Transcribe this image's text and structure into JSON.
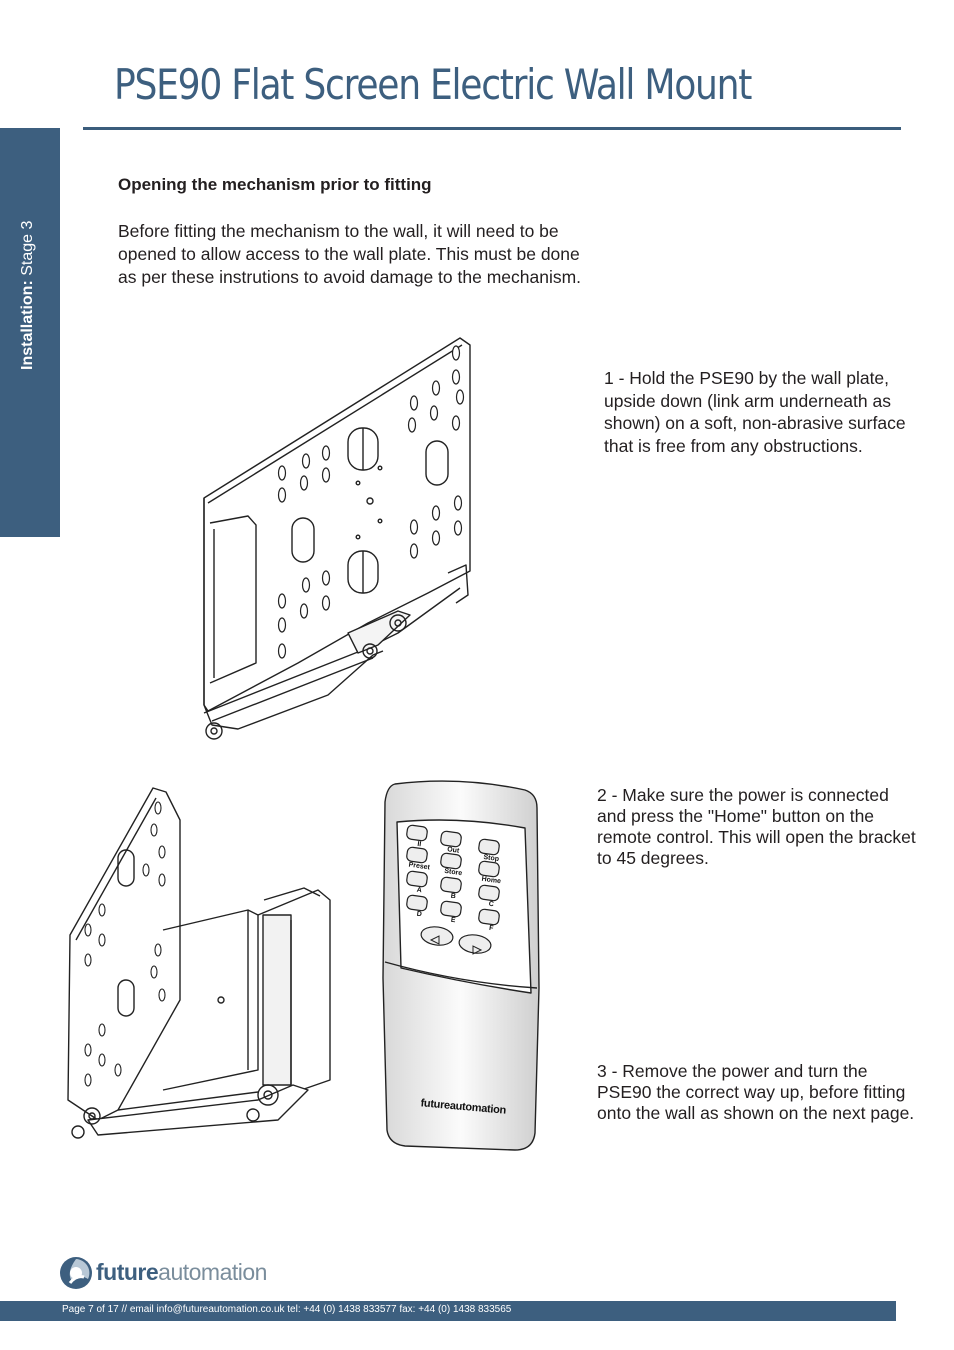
{
  "title": "PSE90 Flat Screen Electric Wall Mount",
  "side_tab": {
    "label_bold": "Installation:",
    "label_rest": " Stage  3"
  },
  "section": {
    "heading": "Opening the mechanism prior to fitting",
    "intro": "Before fitting the mechanism to the wall, it will need to be opened to allow access to the wall plate. This must be done as per these instrutions to avoid damage to the mechanism."
  },
  "steps": [
    "1 - Hold the PSE90 by the wall plate, upside down (link arm underneath as shown) on a soft, non-abrasive surface that is free from any obstructions.",
    "2 - Make sure the power is connected and press the \"Home\" button on the remote control. This will open the bracket to 45 degrees.",
    "3 - Remove the power and turn the PSE90 the correct way up, before fitting onto the wall as shown on the next page."
  ],
  "remote": {
    "buttons": {
      "r1": [
        "II",
        "Out",
        "Stop"
      ],
      "r2": [
        "Preset",
        "Store",
        "Home"
      ],
      "r3": [
        "A",
        "B",
        "C"
      ],
      "r4": [
        "D",
        "E",
        "F"
      ]
    },
    "brand": "futureautomation"
  },
  "logo": {
    "part1": "future",
    "part2": "automation"
  },
  "footer": "Page 7 of 17 // email info@futureautomation.co.uk  tel: +44 (0) 1438 833577  fax: +44 (0) 1438 833565"
}
